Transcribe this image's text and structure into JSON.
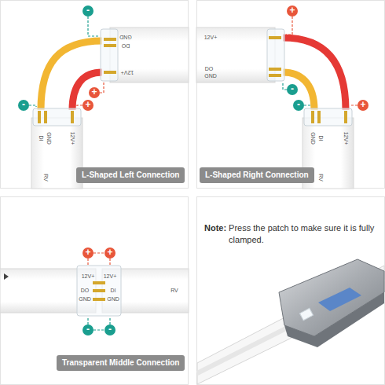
{
  "diagram": {
    "nodes": [
      {
        "text": [
          "-"
        ]
      },
      {
        "text": [
          "+"
        ]
      },
      {
        "text": [
          "-"
        ]
      },
      {
        "text": [
          "+"
        ]
      },
      {
        "text": [
          "L-Shaped Left Connection"
        ]
      },
      {
        "text": [
          "+"
        ]
      },
      {
        "text": [
          "-"
        ]
      },
      {
        "text": [
          "+"
        ]
      },
      {
        "text": [
          "-"
        ]
      },
      {
        "text": [
          "L-Shaped Right Connection"
        ]
      },
      {
        "text": [
          "+"
        ]
      },
      {
        "text": [
          "+"
        ]
      },
      {
        "text": [
          "-"
        ]
      },
      {
        "text": [
          "-"
        ]
      },
      {
        "text": [
          "Transparent Middle Connection"
        ]
      },
      {
        "text": [
          "Note:",
          "Press the patch to make sure it is fully clamped."
        ]
      }
    ],
    "labels": [
      "GND",
      "DO",
      "12V+",
      "DI",
      "GND",
      "12V+",
      "RV",
      "12V+",
      "DO",
      "GND",
      "GND",
      "DI",
      "12V+",
      "RV",
      "12V+",
      "12V+",
      "DO",
      "GND",
      "DI",
      "GND",
      "RV"
    ]
  }
}
